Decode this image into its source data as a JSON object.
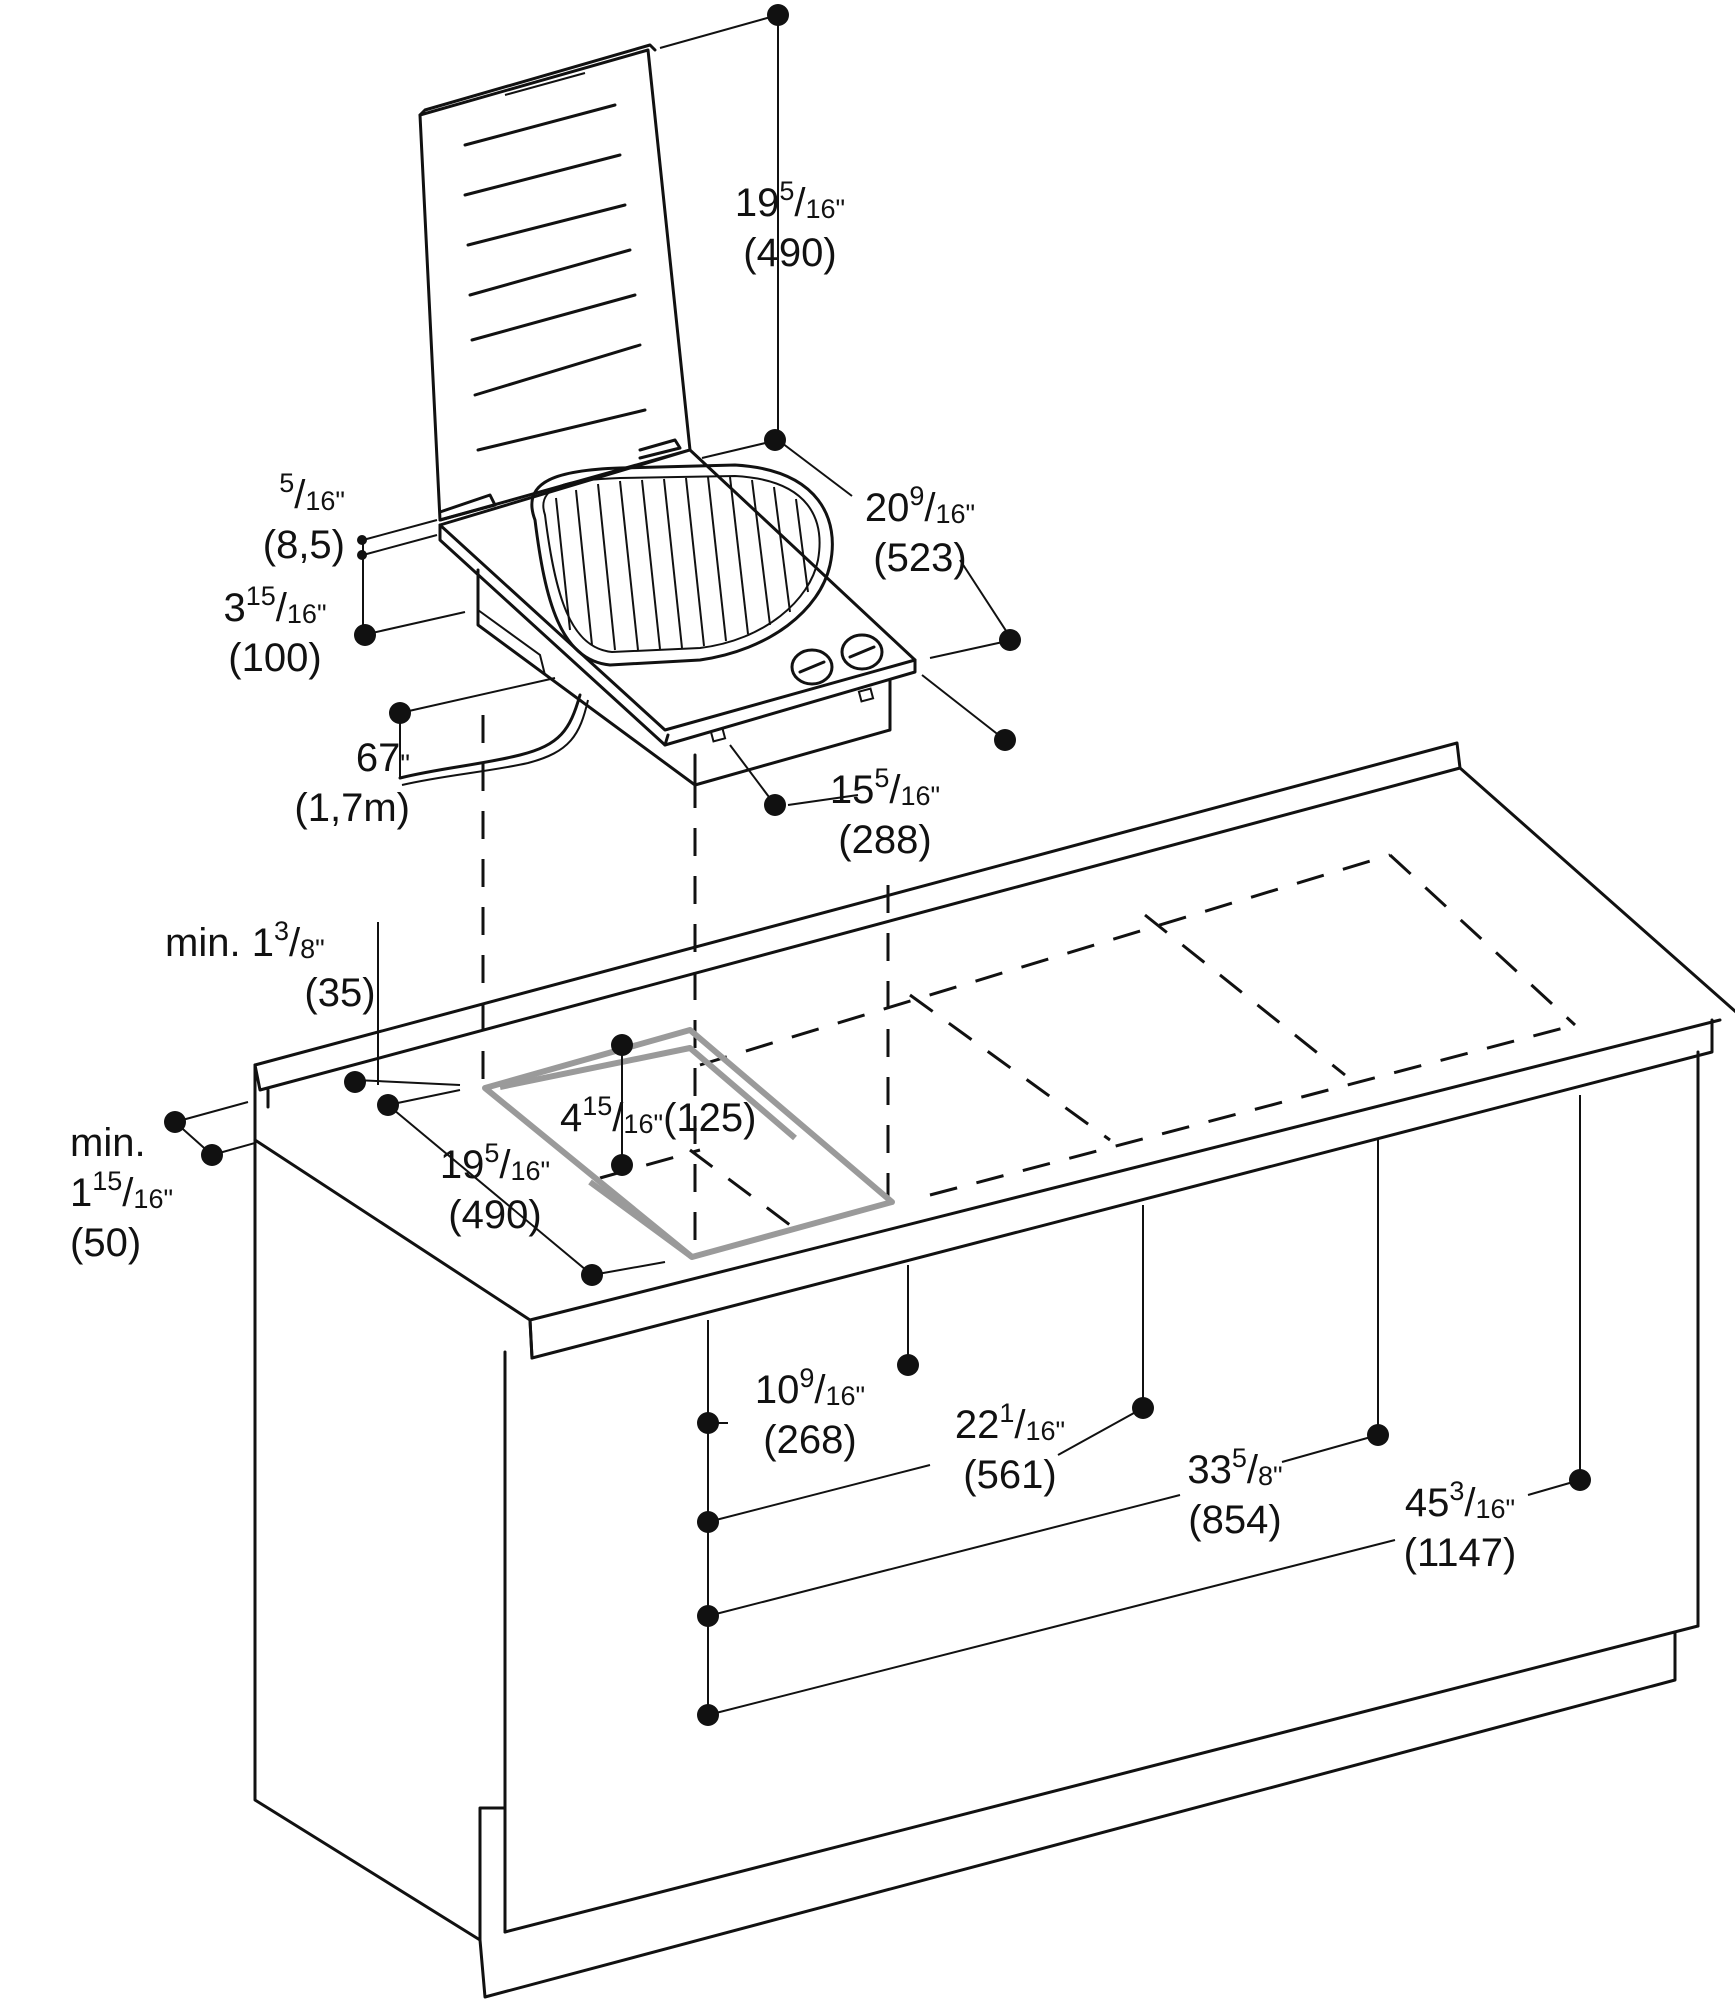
{
  "dimensions": [
    {
      "id": "lid-height",
      "whole": "19",
      "num": "5",
      "den": "16",
      "unit": "\"",
      "metric": "(490)"
    },
    {
      "id": "appliance-depth",
      "whole": "20",
      "num": "9",
      "den": "16",
      "unit": "\"",
      "metric": "(523)"
    },
    {
      "id": "lid-gap",
      "whole": "",
      "num": "5",
      "den": "16",
      "unit": "\"",
      "metric": "(8,5)"
    },
    {
      "id": "body-height",
      "whole": "3",
      "num": "15",
      "den": "16",
      "unit": "\"",
      "metric": "(100)"
    },
    {
      "id": "cord-length",
      "whole": "67",
      "num": "",
      "den": "",
      "unit": "\"",
      "metric": "(1,7m)"
    },
    {
      "id": "appliance-width",
      "whole": "15",
      "num": "5",
      "den": "16",
      "unit": "\"",
      "metric": "(288)"
    },
    {
      "id": "min-rear-clearance",
      "prefix": "min. ",
      "whole": "1",
      "num": "3",
      "den": "8",
      "unit": "\"",
      "metric": "(35)"
    },
    {
      "id": "min-front-clearance",
      "prefix": "min.",
      "whole": "1",
      "num": "15",
      "den": "16",
      "unit": "\"",
      "metric": "(50)"
    },
    {
      "id": "cutout-depth",
      "whole": "19",
      "num": "5",
      "den": "16",
      "unit": "\"",
      "metric": "(490)"
    },
    {
      "id": "cutout-width",
      "whole": "4",
      "num": "15",
      "den": "16",
      "unit": "\"",
      "metric": "(125)"
    },
    {
      "id": "distance-1",
      "whole": "10",
      "num": "9",
      "den": "16",
      "unit": "\"",
      "metric": "(268)"
    },
    {
      "id": "distance-2",
      "whole": "22",
      "num": "1",
      "den": "16",
      "unit": "\"",
      "metric": "(561)"
    },
    {
      "id": "distance-3",
      "whole": "33",
      "num": "5",
      "den": "8",
      "unit": "\"",
      "metric": "(854)"
    },
    {
      "id": "distance-4",
      "whole": "45",
      "num": "3",
      "den": "16",
      "unit": "\"",
      "metric": "(1147)"
    }
  ],
  "colors": {
    "line": "#111111",
    "cutout": "#9a9a9a",
    "background": "#ffffff"
  }
}
